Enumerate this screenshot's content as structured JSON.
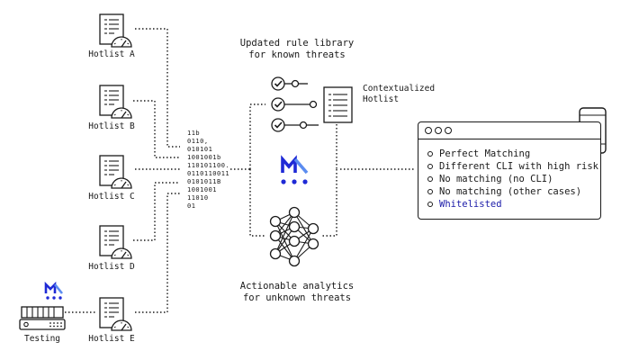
{
  "hotlists": [
    {
      "label": "Hotlist A"
    },
    {
      "label": "Hotlist B"
    },
    {
      "label": "Hotlist C"
    },
    {
      "label": "Hotlist D"
    },
    {
      "label": "Hotlist E"
    }
  ],
  "testing": {
    "label": "Testing"
  },
  "binary_lines": [
    "11b",
    "0110,",
    "010101",
    "1001001b",
    "110101100.",
    "0110110011",
    "0101011B",
    "1001001",
    "11010",
    "01"
  ],
  "top_title": [
    "Updated rule library",
    "for known threats"
  ],
  "bottom_title": [
    "Actionable analytics",
    "for unknown threats"
  ],
  "contextualized": [
    "Contextualized",
    "Hotlist"
  ],
  "results": [
    {
      "text": "Perfect Matching",
      "highlight": false
    },
    {
      "text": "Different CLI with high risk",
      "highlight": false
    },
    {
      "text": "No matching (no CLI)",
      "highlight": false
    },
    {
      "text": "No matching (other cases)",
      "highlight": false
    },
    {
      "text": "Whitelisted",
      "highlight": true
    }
  ],
  "colors": {
    "brand": "#1f2ad6",
    "brand_light": "#5b8cf0",
    "ink": "#1a1a1a",
    "highlight_text": "#1a1aa8"
  }
}
